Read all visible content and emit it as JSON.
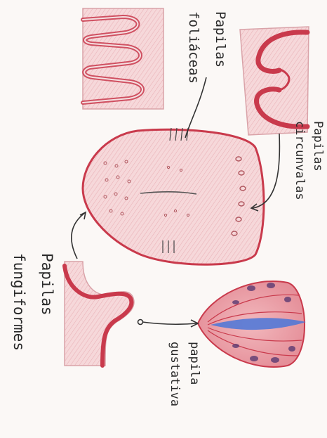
{
  "labels": {
    "filiform": "Papilas\nfoliáceas",
    "circumvallate": "Papilas\ncircunvalas",
    "fungiform": "Papilas\nfungiformes",
    "taste_bud": "papila\ngustativa"
  },
  "colors": {
    "paper": "#fbf8f6",
    "tissue_fill": "#f2c9cc",
    "tissue_edge": "#c93a4c",
    "taste_pore": "#4a76d8",
    "ink": "#2a2a2a"
  }
}
